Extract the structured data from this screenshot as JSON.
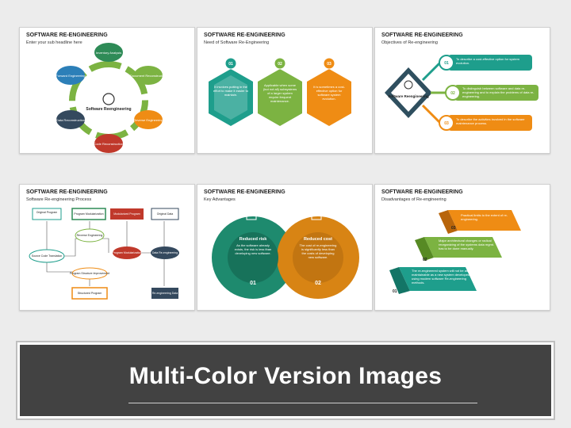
{
  "slides": [
    {
      "title": "SOFTWARE RE-ENGINEERING",
      "subtitle": "Enter your sub headline here",
      "center_label": "Software Reengineering",
      "nodes": [
        "Inventory Analysis",
        "Document Reconstruction",
        "Reverse Engineering",
        "Code Reconstruction",
        "Data Reconstruction",
        "Forward Engineering"
      ],
      "node_colors": [
        "#2e8b57",
        "#7cb342",
        "#ef8c14",
        "#c0392b",
        "#34495e",
        "#2c7fb8"
      ]
    },
    {
      "title": "SOFTWARE RE-ENGINEERING",
      "subtitle": "Need of Software Re-Engineering",
      "items": [
        {
          "num": "01",
          "text": "It involves putting in the effort to make it easier to maintain.",
          "color": "#1e9e8c"
        },
        {
          "num": "02",
          "text": "Applicable when some (but not all) subsystems of a larger system require frequent maintenance.",
          "color": "#7cb342"
        },
        {
          "num": "03",
          "text": "It is sometimes a cost-effective option for software system evolution.",
          "color": "#ef8c14"
        }
      ]
    },
    {
      "title": "SOFTWARE RE-ENGINEERING",
      "subtitle": "Objectives of Re-engineering",
      "center_label": "Software Reengineering",
      "items": [
        {
          "num": "01",
          "text": "To describe a cost-effective option for system evolution.",
          "color": "#1e9e8c"
        },
        {
          "num": "02",
          "text": "To distinguish between software and data re-engineering and to explain the problems of data re-engineering.",
          "color": "#7cb342"
        },
        {
          "num": "03",
          "text": "To describe the activities involved in the software maintenance process.",
          "color": "#ef8c14"
        }
      ]
    },
    {
      "title": "SOFTWARE RE-ENGINEERING",
      "subtitle": "Software Re-engineering Process",
      "boxes": [
        "Original Program",
        "Program Modularization",
        "Modularized Program",
        "Original Data",
        "Source Code Translation",
        "Reverse Engineering",
        "Program Modularization",
        "Data Re-engineering",
        "Program Structure Improvement",
        "Structured Program",
        "Re-engineering Data"
      ]
    },
    {
      "title": "SOFTWARE RE-ENGINEERING",
      "subtitle": "Key Advantages",
      "items": [
        {
          "num": "01",
          "heading": "Reduced risk",
          "text": "As the software already exists, the risk is less than developing new software.",
          "color": "#1e8a6e"
        },
        {
          "num": "02",
          "heading": "Reduced cost",
          "text": "The cost of re-engineering is significantly less than the costs of developing new software.",
          "color": "#d88414"
        }
      ]
    },
    {
      "title": "SOFTWARE RE-ENGINEERING",
      "subtitle": "Disadvantages of Re-engineering",
      "items": [
        {
          "num": "03",
          "text": "Practical limits to the extent of re-engineering.",
          "color": "#ef8c14"
        },
        {
          "num": "02",
          "text": "Major architectural changes or radical reorganizing of the systems data mgmt. has to be done manually.",
          "color": "#7cb342"
        },
        {
          "num": "01",
          "text": "The re-engineered system will not be as maintainable as a new system developed using modern software Re-engineering methods.",
          "color": "#1e9e8c"
        }
      ]
    }
  ],
  "banner": {
    "title": "Multi-Color Version Images"
  }
}
